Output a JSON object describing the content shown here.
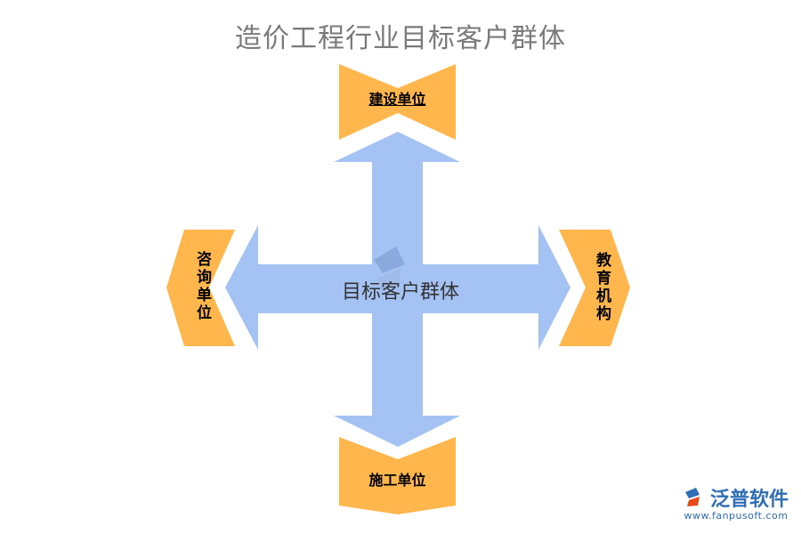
{
  "title": "造价工程行业目标客户群体",
  "center": {
    "label": "目标客户群体"
  },
  "nodes": {
    "top": {
      "label": "建设单位"
    },
    "bottom": {
      "label": "施工单位"
    },
    "left": {
      "label": "咨询单位"
    },
    "right": {
      "label": "教育机构"
    }
  },
  "colors": {
    "arrow": "#a4c2f4",
    "node": "#ffb74d",
    "title": "#7a7a7a",
    "brand": "#2f6db5"
  },
  "brand": {
    "name": "泛普软件",
    "url": "www.fanpusoft.com",
    "icon": "fanpu-logo-icon"
  }
}
